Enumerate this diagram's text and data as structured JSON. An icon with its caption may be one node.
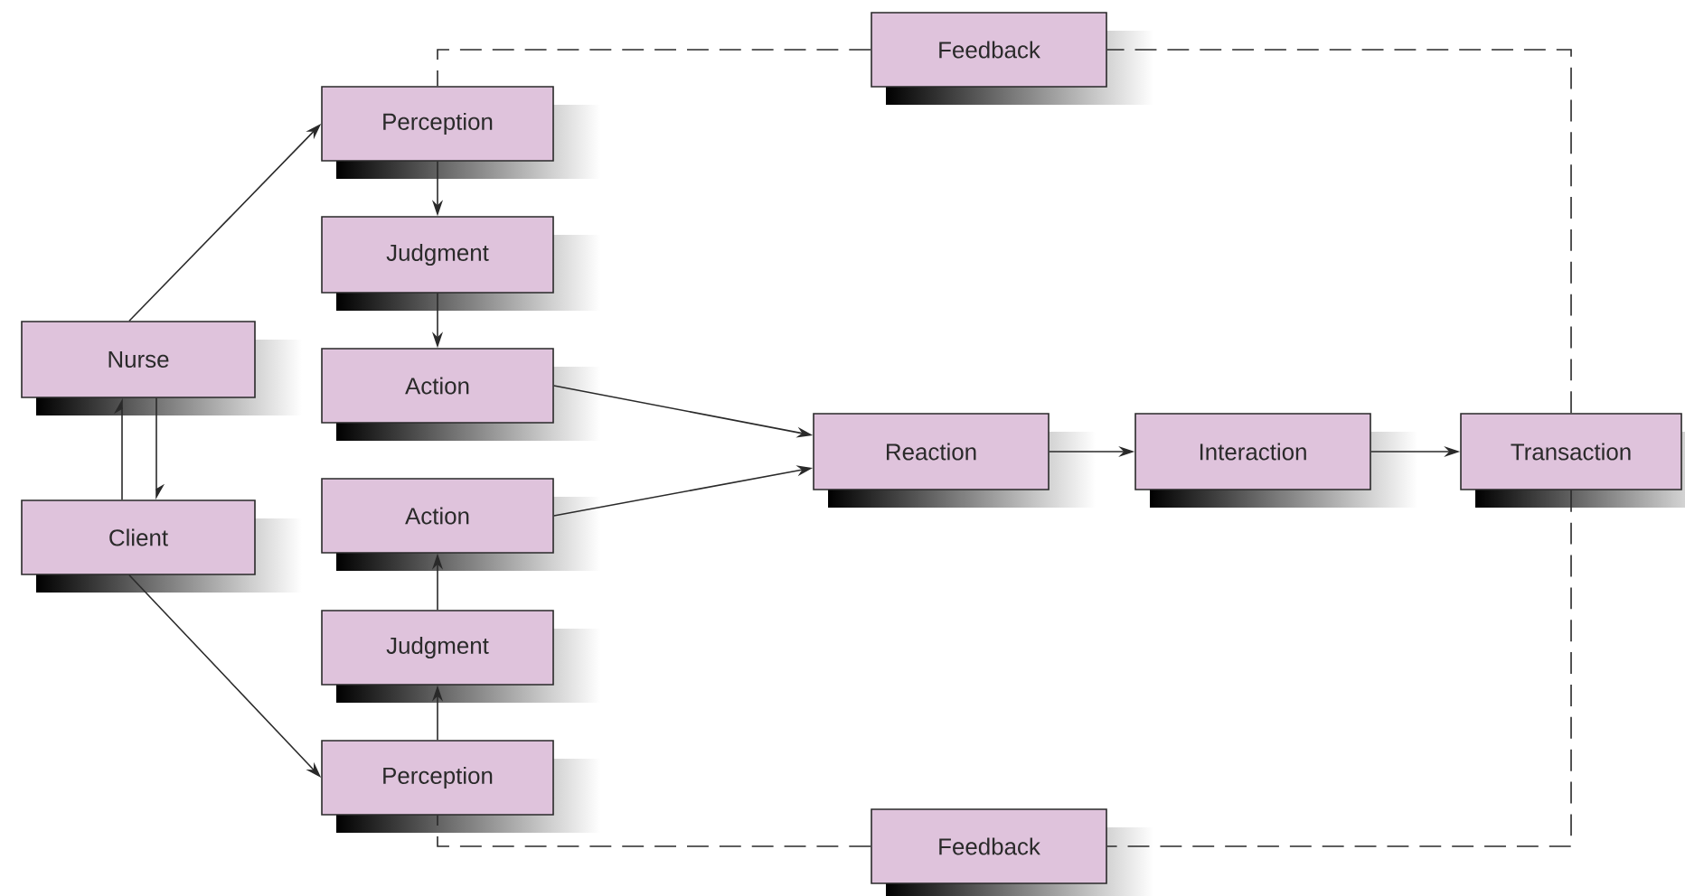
{
  "diagram": {
    "nodes": [
      {
        "text": [
          "Feedback"
        ]
      },
      {
        "text": [
          "Perception"
        ]
      },
      {
        "text": [
          "Judgment"
        ]
      },
      {
        "text": [
          "Action"
        ]
      },
      {
        "text": [
          "Nurse"
        ]
      },
      {
        "text": [
          "Client"
        ]
      },
      {
        "text": [
          "Action"
        ]
      },
      {
        "text": [
          "Judgment"
        ]
      },
      {
        "text": [
          "Perception"
        ]
      },
      {
        "text": [
          "Reaction"
        ]
      },
      {
        "text": [
          "Interaction"
        ]
      },
      {
        "text": [
          "Transaction"
        ]
      },
      {
        "text": [
          "Feedback"
        ]
      }
    ],
    "edges": [
      {
        "from": 4,
        "to": 1,
        "arrow": "to"
      },
      {
        "from": 1,
        "to": 2,
        "arrow": "to"
      },
      {
        "from": 2,
        "to": 3,
        "arrow": "to"
      },
      {
        "from": 5,
        "to": 4,
        "arrow": "to"
      },
      {
        "from": 4,
        "to": 5,
        "arrow": "to"
      },
      {
        "from": 5,
        "to": 8,
        "arrow": "to"
      },
      {
        "from": 8,
        "to": 7,
        "arrow": "to"
      },
      {
        "from": 7,
        "to": 6,
        "arrow": "to"
      },
      {
        "from": 3,
        "to": 9,
        "arrow": "to"
      },
      {
        "from": 6,
        "to": 9,
        "arrow": "to"
      },
      {
        "from": 9,
        "to": 10,
        "arrow": "to"
      },
      {
        "from": 10,
        "to": 11,
        "arrow": "to"
      },
      {
        "from": 11,
        "to": 0,
        "arrow": "none",
        "style": "dashed"
      },
      {
        "from": 0,
        "to": 1,
        "arrow": "none",
        "style": "dashed"
      },
      {
        "from": 11,
        "to": 12,
        "arrow": "none",
        "style": "dashed"
      },
      {
        "from": 12,
        "to": 8,
        "arrow": "none",
        "style": "dashed"
      }
    ]
  }
}
